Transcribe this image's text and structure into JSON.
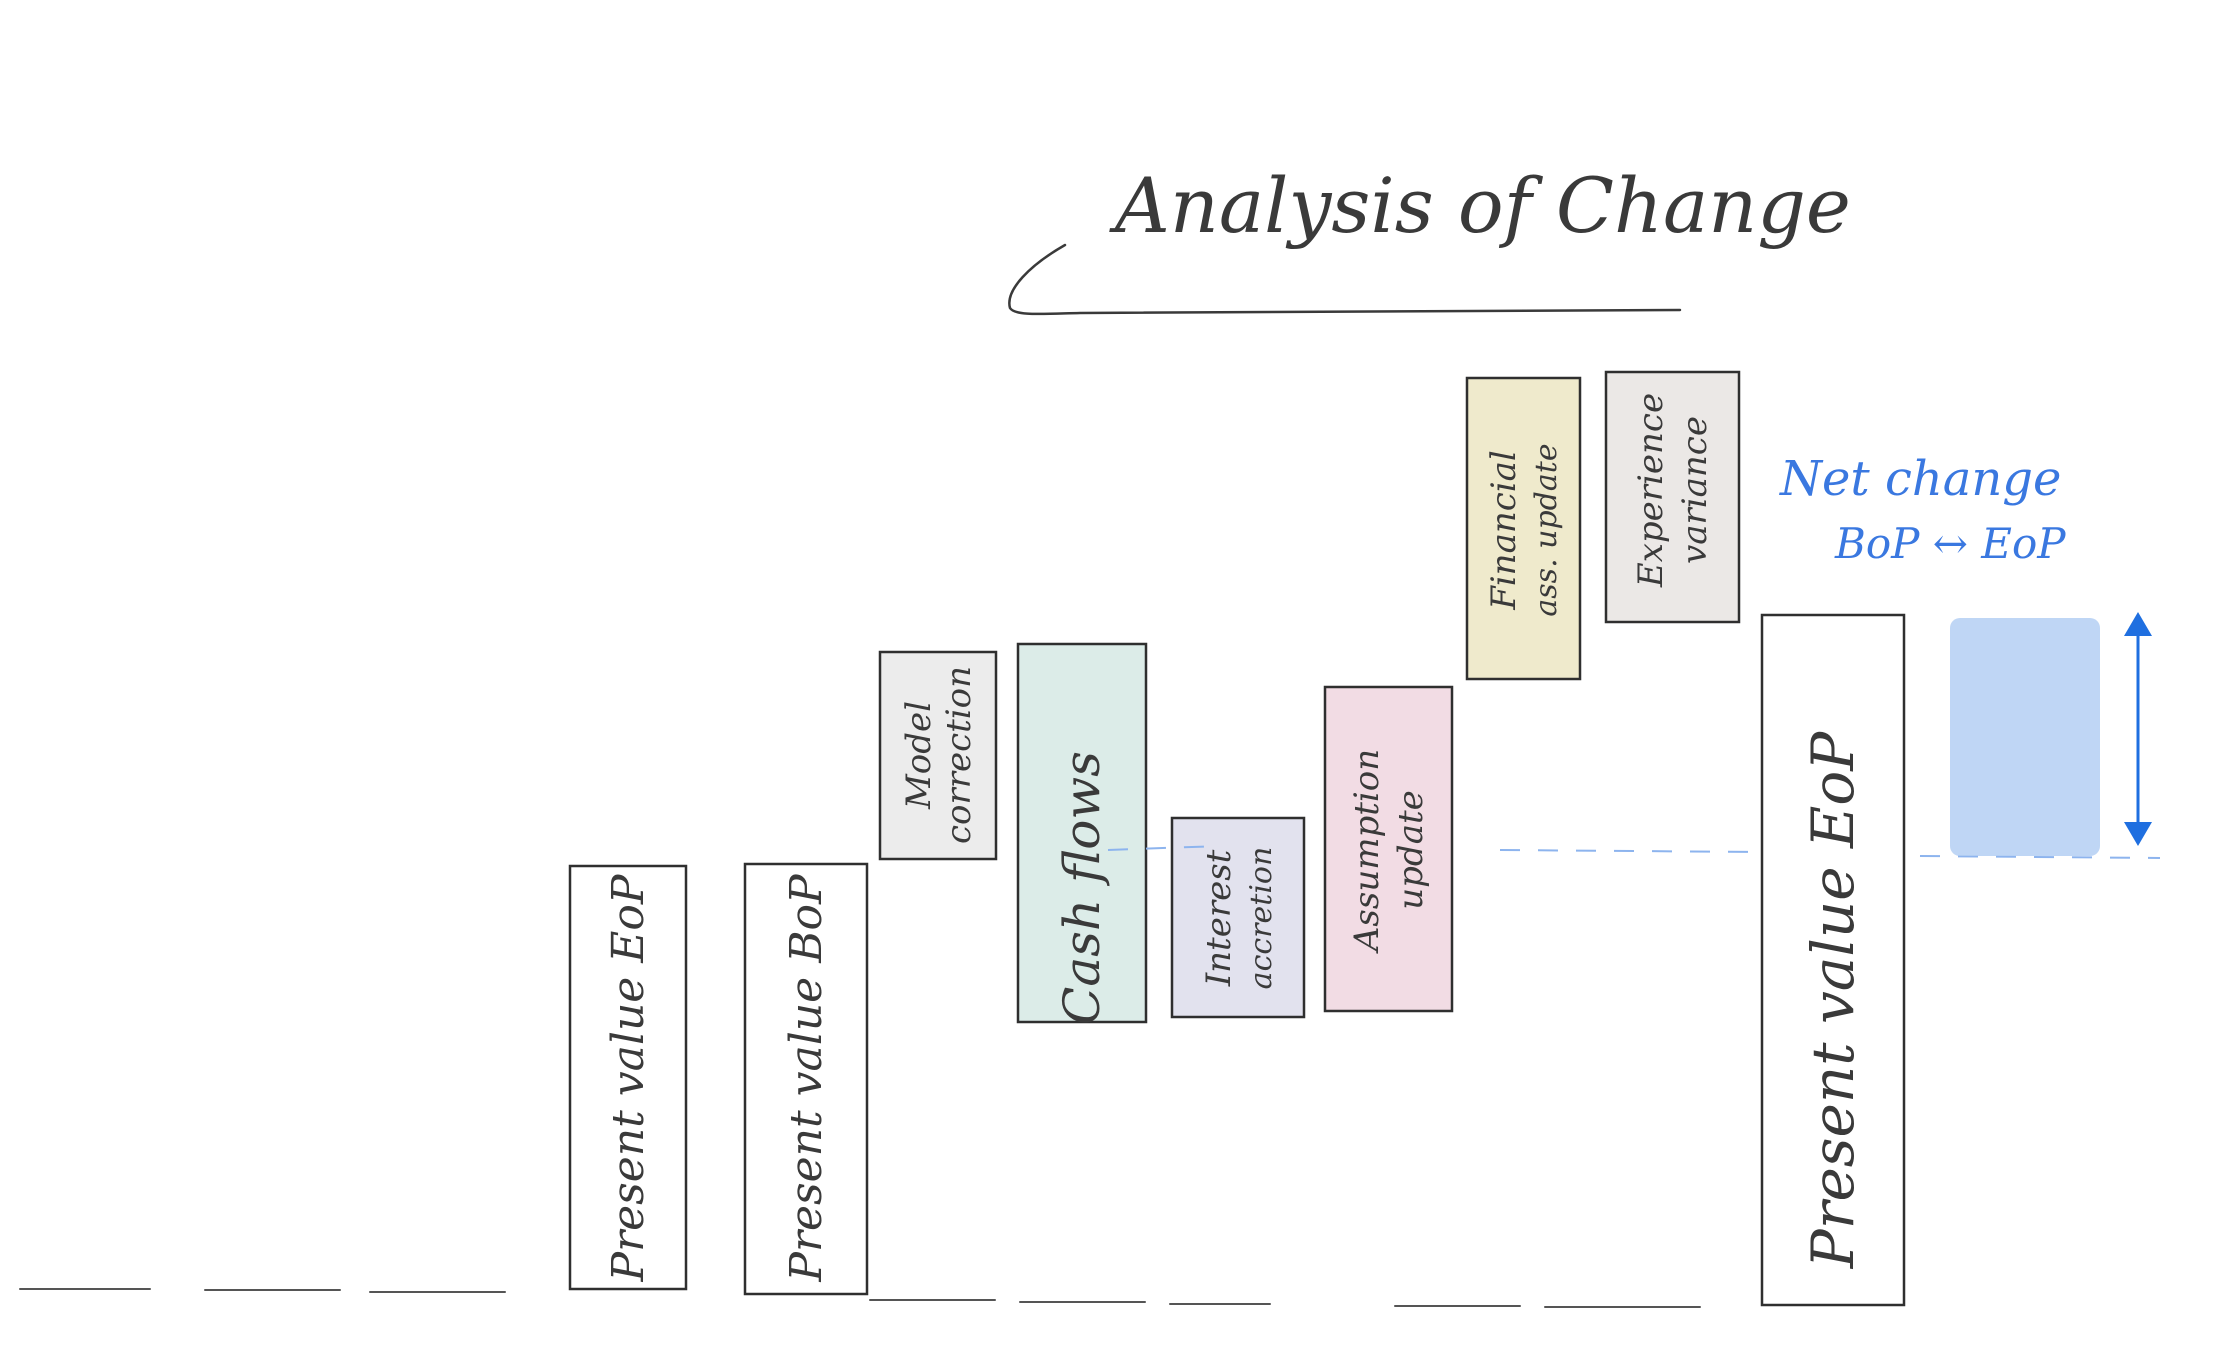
{
  "title": "Analysis of Change",
  "net_change": {
    "line1": "Net change",
    "line2": "BoP ↔ EoP",
    "color": "#3a78e0"
  },
  "boxes": [
    {
      "lines": [
        "Present value EoP"
      ],
      "fill": "#ffffff"
    },
    {
      "lines": [
        "Present value BoP"
      ],
      "fill": "#ffffff"
    },
    {
      "lines": [
        "Model",
        "correction"
      ],
      "fill": "#ececec"
    },
    {
      "lines": [
        "Cash flows"
      ],
      "fill": "#dcece8"
    },
    {
      "lines": [
        "Interest",
        "accretion"
      ],
      "fill": "#e2e2ee"
    },
    {
      "lines": [
        "Assumption",
        "update"
      ],
      "fill": "#f2dce4"
    },
    {
      "lines": [
        "Financial",
        "ass. update"
      ],
      "fill": "#efeacc"
    },
    {
      "lines": [
        "Experience",
        "variance"
      ],
      "fill": "#ebe8e6"
    },
    {
      "lines": [
        "Present value EoP"
      ],
      "fill": "#ffffff"
    }
  ],
  "colors": {
    "stroke": "#2f2f2f",
    "baseline": "#555555",
    "net_fill": "#a9c8f2",
    "arrow": "#1f6fe0"
  }
}
